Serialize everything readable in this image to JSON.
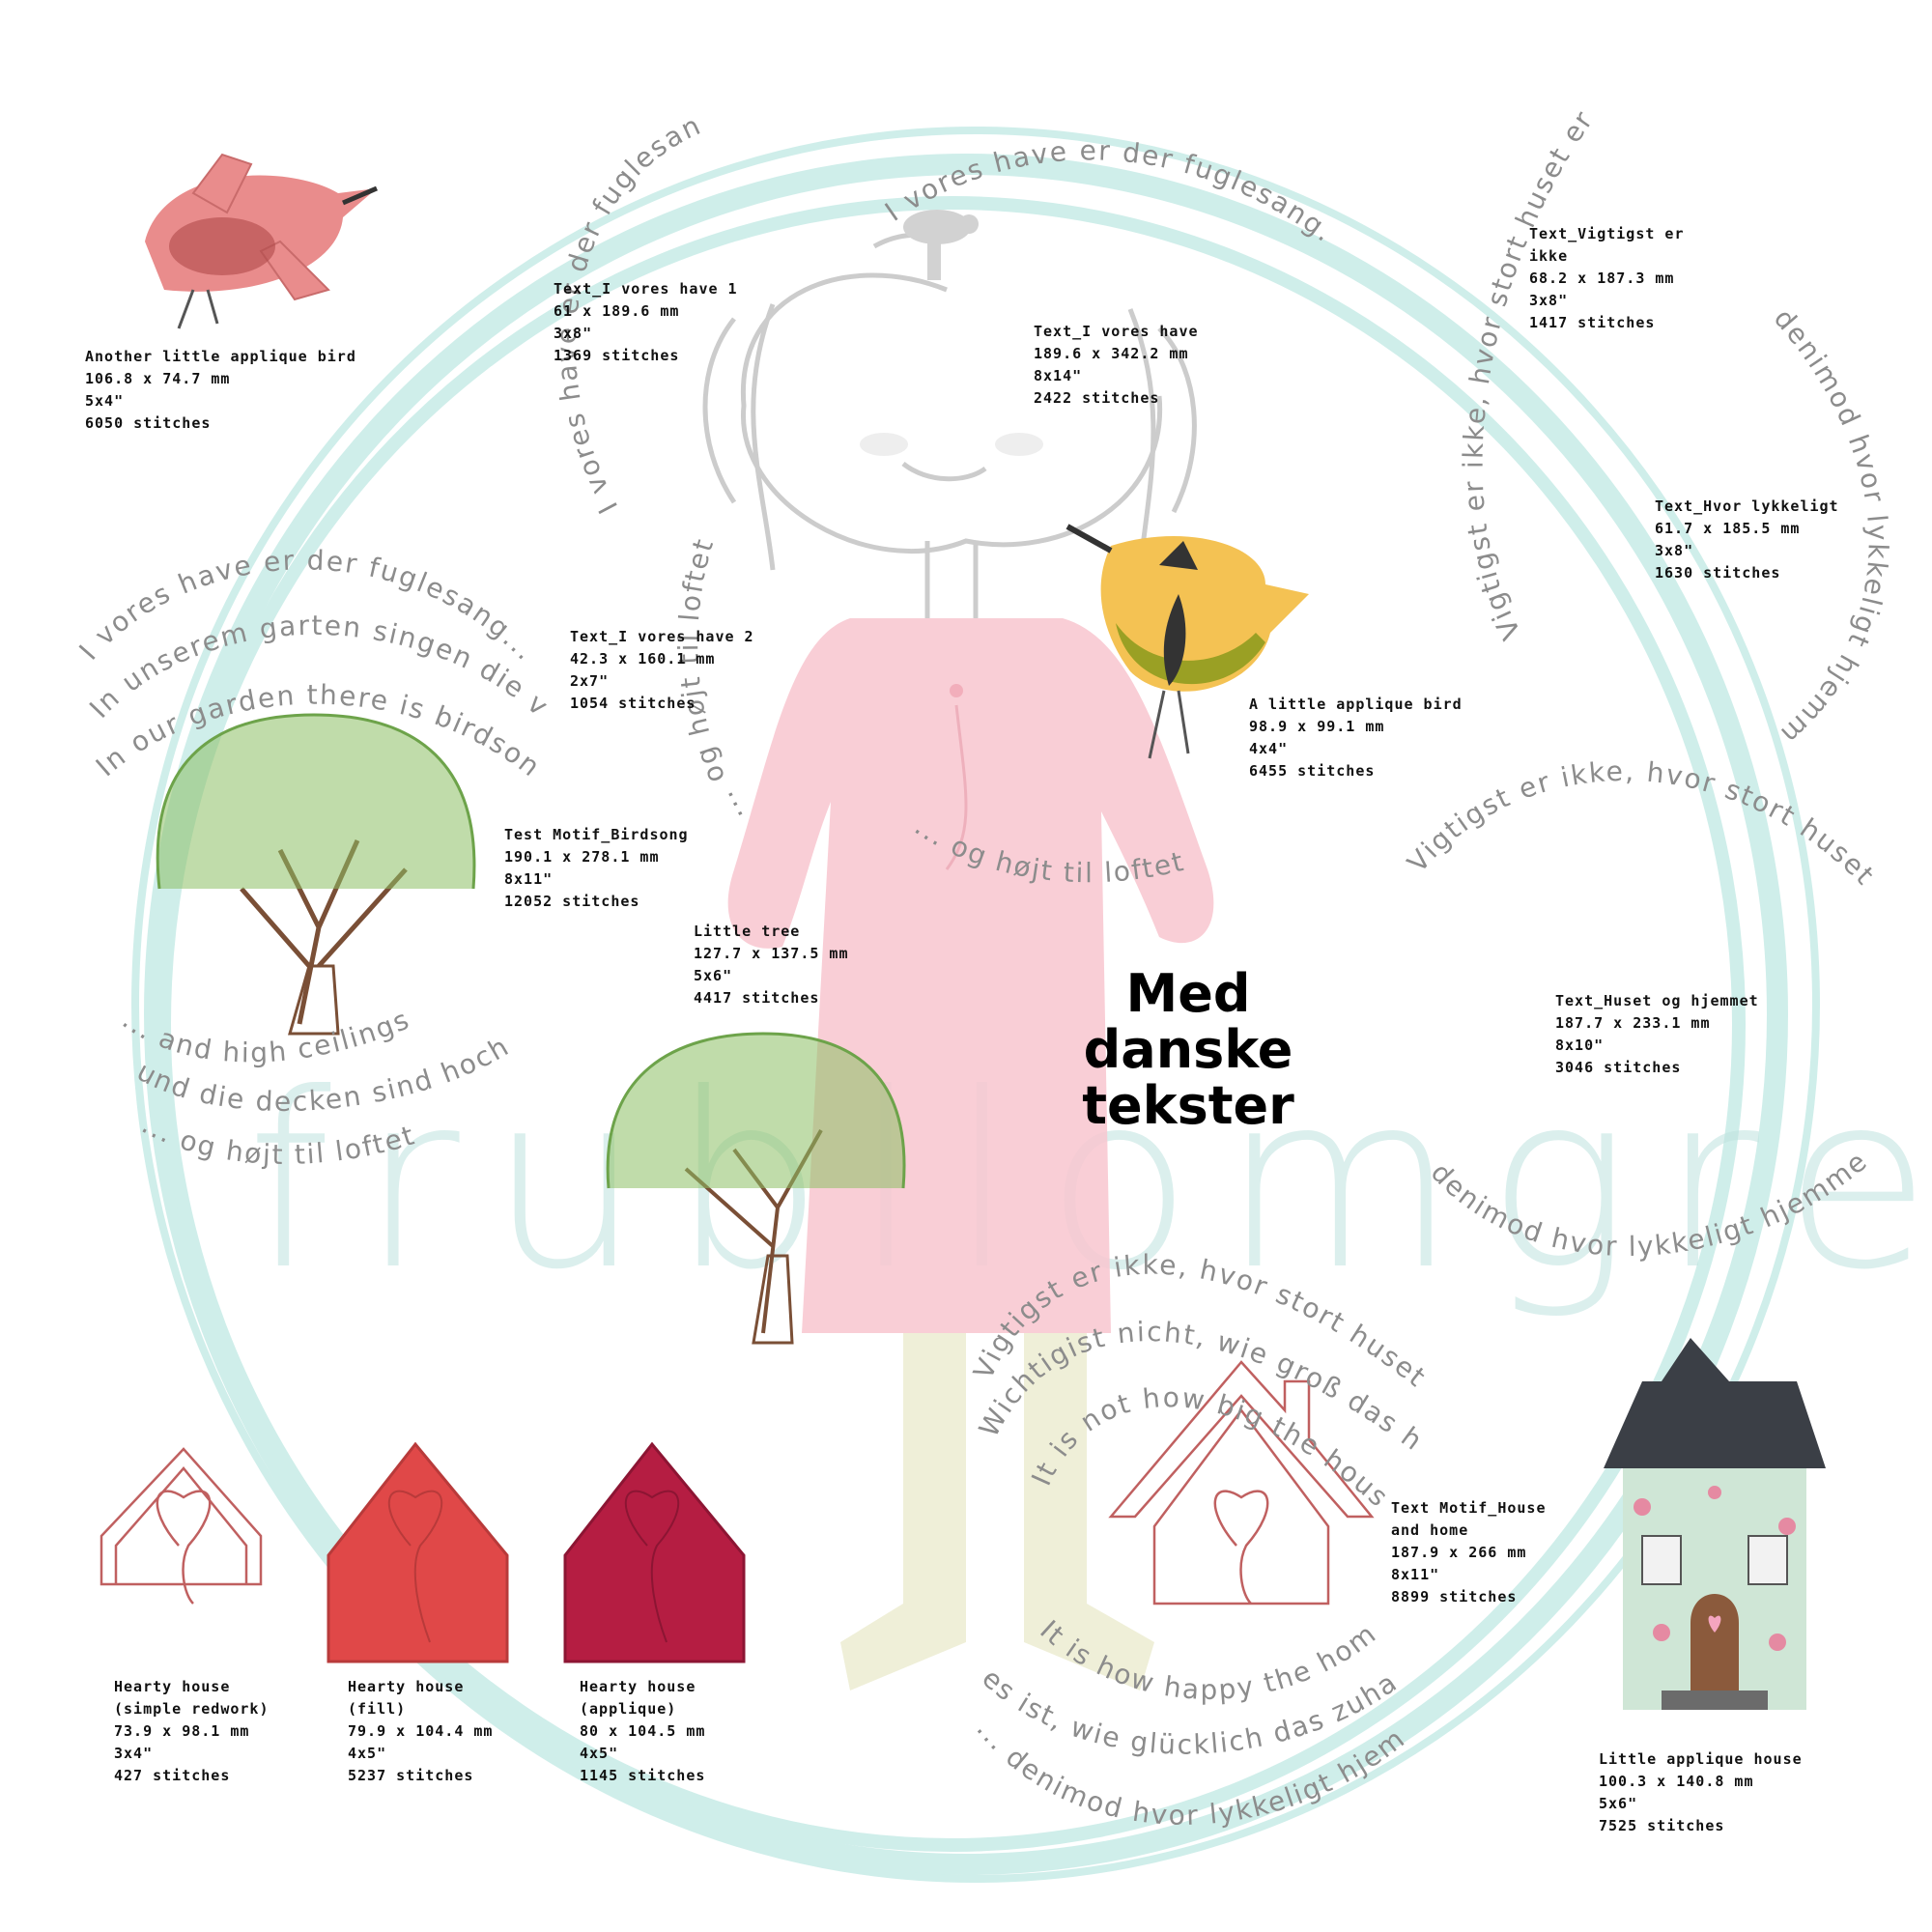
{
  "colors": {
    "ring": "#cfeeea",
    "watermark": "#bfe3df",
    "curve_text": "#8c8c8c",
    "dress": "#f8c6cf",
    "socks": "#efefd8",
    "outline": "#cccccc",
    "leaf": "#8cc065",
    "trunk": "#7a4f36",
    "house_red": "#e04848",
    "house_crimson": "#b51d42",
    "bird_pink": "#e98c8c",
    "bird_yellow": "#f4c253",
    "bird_olive": "#9aa024",
    "roof": "#3b3f46"
  },
  "watermark": "frubllomgren",
  "headline": {
    "line1": "Med",
    "line2": "danske",
    "line3": "tekster"
  },
  "curve_texts": {
    "c1": "I vores have er der fuglesang...",
    "c2": "I vores have er der fuglesang...",
    "c3": "I vores have er der fuglesang...",
    "c4": "In unserem garten singen die vögel",
    "c5": "In our garden there is birdsong",
    "c6": "... og højt til loftet",
    "c7": "... og højt til loftet",
    "c8": "... and high ceilings",
    "c9": "und die decken sind hoch",
    "c10": "... og højt til loftet",
    "c11": "Vigtigst er ikke, hvor stort huset er",
    "c12": "denimod hvor lykkeligt hjemmet er",
    "c13": "Vigtigst er ikke, hvor stort huset er",
    "c14": "denimod hvor lykkeligt hjemmet er",
    "c15": "Vigtigst er ikke, hvor stort huset er",
    "c16": "Wichtigist nicht, wie groß das haus ist",
    "c17": "It is not how big the house is",
    "c18": "It is how happy the home is",
    "c19": "es ist, wie glücklich das zuhause ist",
    "c20": "... denimod hvor lykkeligt hjemmet er"
  },
  "designs": {
    "bird_small": {
      "name": "Another little applique bird",
      "size": "106.8 x 74.7 mm",
      "hoop": "5x4\"",
      "stitches": "6050 stitches"
    },
    "vores_have_1": {
      "name": "Text_I vores have 1",
      "size": "61 x 189.6 mm",
      "hoop": "3x8\"",
      "stitches": "1369 stitches"
    },
    "vores_have": {
      "name": "Text_I vores have",
      "size": "189.6 x 342.2 mm",
      "hoop": "8x14\"",
      "stitches": "2422 stitches"
    },
    "vigtigst": {
      "name1": "Text_Vigtigst er",
      "name2": "ikke",
      "size": "68.2 x 187.3 mm",
      "hoop": "3x8\"",
      "stitches": "1417 stitches"
    },
    "hvor_lykkeligt": {
      "name": "Text_Hvor lykkeligt",
      "size": "61.7 x 185.5 mm",
      "hoop": "3x8\"",
      "stitches": "1630 stitches"
    },
    "vores_have_2": {
      "name": "Text_I vores have 2",
      "size": "42.3 x 160.1 mm",
      "hoop": "2x7\"",
      "stitches": "1054 stitches"
    },
    "bird_a": {
      "name": "A little applique bird",
      "size": "98.9 x 99.1 mm",
      "hoop": "4x4\"",
      "stitches": "6455 stitches"
    },
    "birdsong": {
      "name": "Test Motif_Birdsong",
      "size": "190.1 x 278.1 mm",
      "hoop": "8x11\"",
      "stitches": "12052 stitches"
    },
    "little_tree": {
      "name": "Little tree",
      "size": "127.7 x 137.5 mm",
      "hoop": "5x6\"",
      "stitches": "4417 stitches"
    },
    "huset_hjemmet": {
      "name": "Text_Huset og hjemmet",
      "size": "187.7 x 233.1 mm",
      "hoop": "8x10\"",
      "stitches": "3046 stitches"
    },
    "house_and_home": {
      "name1": "Text Motif_House",
      "name2": "and home",
      "size": "187.9 x 266 mm",
      "hoop": "8x11\"",
      "stitches": "8899 stitches"
    },
    "hearty_redwork": {
      "name1": "Hearty house",
      "name2": "(simple redwork)",
      "size": "73.9 x 98.1 mm",
      "hoop": "3x4\"",
      "stitches": "427 stitches"
    },
    "hearty_fill": {
      "name1": "Hearty house",
      "name2": "(fill)",
      "size": "79.9 x 104.4 mm",
      "hoop": "4x5\"",
      "stitches": "5237 stitches"
    },
    "hearty_applique": {
      "name1": "Hearty house",
      "name2": "(applique)",
      "size": "80 x 104.5 mm",
      "hoop": "4x5\"",
      "stitches": "1145 stitches"
    },
    "applique_house": {
      "name": "Little applique house",
      "size": "100.3 x 140.8 mm",
      "hoop": "5x6\"",
      "stitches": "7525 stitches"
    }
  }
}
